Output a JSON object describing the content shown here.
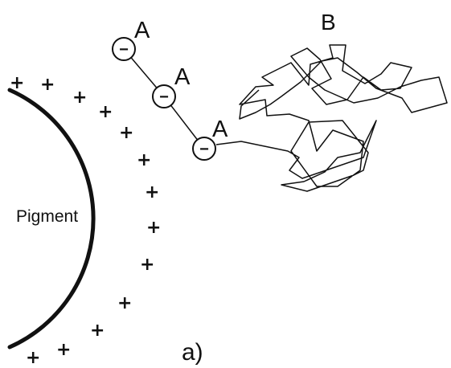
{
  "diagram": {
    "pigment_label": "Pigment",
    "anchor_group_label": "A",
    "anchor_charge_symbol": "−",
    "surface_charge_symbol": "+",
    "chain_label": "B",
    "panel_label": "a)",
    "ink_color": "#111111",
    "background_color": "#ffffff"
  }
}
